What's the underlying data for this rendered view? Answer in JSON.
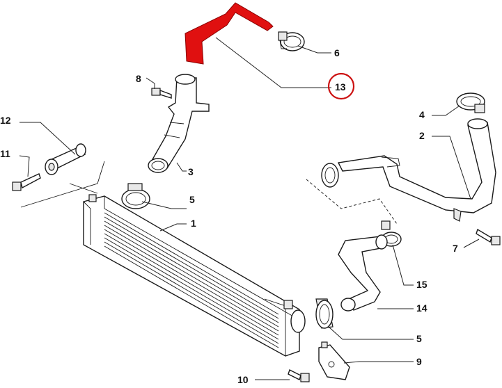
{
  "diagram": {
    "part_labels": {
      "p1": "1",
      "p2": "2",
      "p3": "3",
      "p4": "4",
      "p5a": "5",
      "p5b": "5",
      "p6": "6",
      "p7": "7",
      "p8": "8",
      "p9": "9",
      "p10": "10",
      "p11": "11",
      "p12": "12",
      "p13": "13",
      "p14": "14",
      "p15": "15"
    },
    "highlight": {
      "part": "13",
      "color": "#e01010",
      "ring_color": "#cc1111"
    }
  }
}
